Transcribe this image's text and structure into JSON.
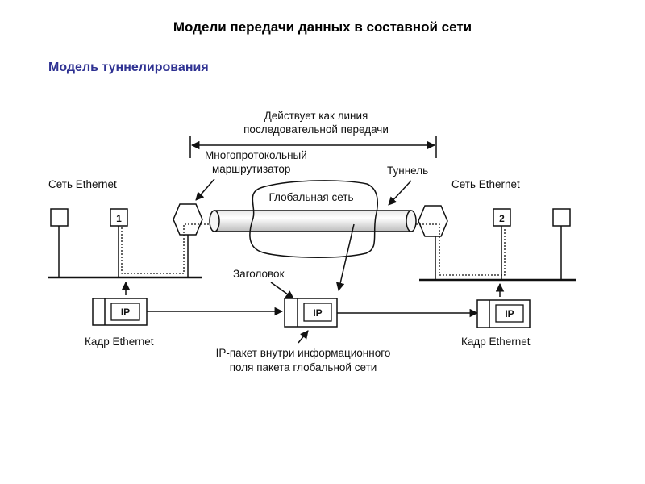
{
  "title": "Модели передачи данных в составной сети",
  "subtitle": "Модель туннелирования",
  "diagram": {
    "serial_line_label": [
      "Действует как линия",
      "последовательной передачи"
    ],
    "router_label": [
      "Многопротокольный",
      "маршрутизатор"
    ],
    "tunnel_label": "Туннель",
    "wan_label": "Глобальная сеть",
    "ethernet_left_label": "Сеть Ethernet",
    "ethernet_right_label": "Сеть Ethernet",
    "host_left_number": "1",
    "host_right_number": "2",
    "header_label": "Заголовок",
    "frame_left_label": "Кадр Ethernet",
    "frame_right_label": "Кадр Ethernet",
    "ip_label": "IP",
    "ip_packet_label": [
      "IP-пакет внутри информационного",
      "поля пакета глобальной сети"
    ]
  }
}
